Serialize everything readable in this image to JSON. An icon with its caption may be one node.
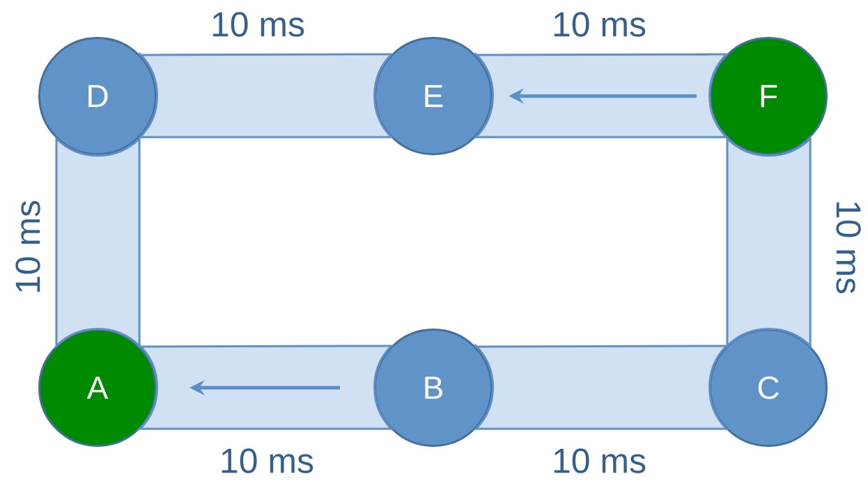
{
  "diagram": {
    "nodes": [
      {
        "text": [
          "A"
        ]
      },
      {
        "text": [
          "B"
        ]
      },
      {
        "text": [
          "C"
        ]
      },
      {
        "text": [
          "D"
        ]
      },
      {
        "text": [
          "E"
        ]
      },
      {
        "text": [
          "F"
        ]
      }
    ],
    "edges": [
      {
        "from": 3,
        "to": 4,
        "arrow": "none",
        "style": "thick",
        "label": "10 ms"
      },
      {
        "from": 4,
        "to": 5,
        "arrow": "none",
        "style": "thick",
        "label": "10 ms"
      },
      {
        "from": 3,
        "to": 0,
        "arrow": "none",
        "style": "thick",
        "label": "10 ms"
      },
      {
        "from": 5,
        "to": 2,
        "arrow": "none",
        "style": "thick",
        "label": "10 ms"
      },
      {
        "from": 0,
        "to": 1,
        "arrow": "none",
        "style": "thick",
        "label": "10 ms"
      },
      {
        "from": 1,
        "to": 2,
        "arrow": "none",
        "style": "thick",
        "label": "10 ms"
      },
      {
        "from": 5,
        "to": 4,
        "arrow": "to"
      },
      {
        "from": 1,
        "to": 0,
        "arrow": "to"
      }
    ]
  }
}
